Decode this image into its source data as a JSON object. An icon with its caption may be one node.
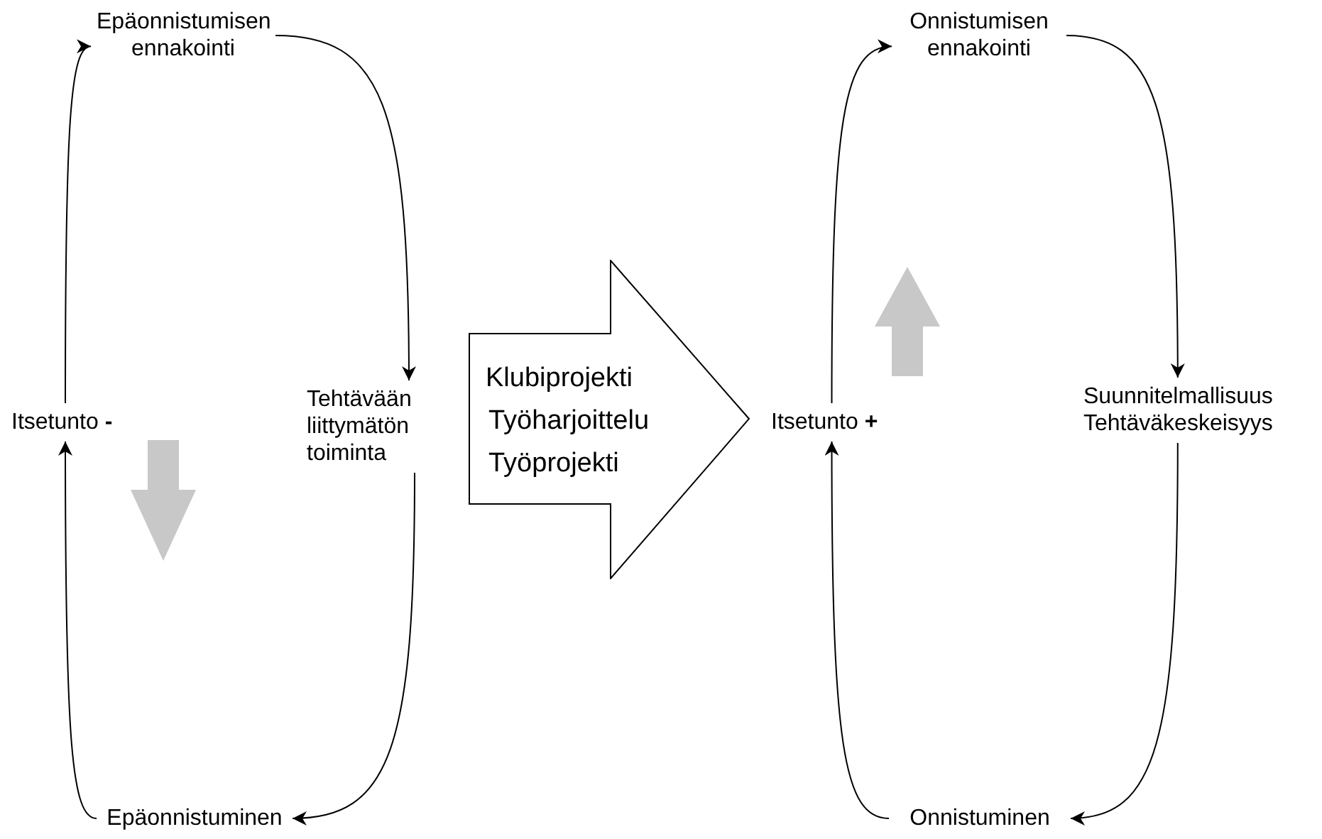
{
  "diagram": {
    "nodes": [
      {
        "text": [
          "Epäonnistumisen ennakointi"
        ]
      },
      {
        "text": [
          "Tehtävään liittymätön toiminta"
        ]
      },
      {
        "text": [
          "Epäonnistuminen"
        ]
      },
      {
        "text": [
          "Itsetunto **-**"
        ]
      },
      {
        "text": [
          "Klubiprojekti",
          "Työharjoittelu",
          "Työprojekti"
        ]
      },
      {
        "text": [
          "Onnistumisen ennakointi"
        ]
      },
      {
        "text": [
          "Suunnitelmallisuus",
          "Tehtäväkeskeisyys"
        ]
      },
      {
        "text": [
          "Onnistuminen"
        ]
      },
      {
        "text": [
          "Itsetunto **+**"
        ]
      }
    ],
    "edges": [
      {
        "from": 0,
        "to": 1,
        "arrow": "to"
      },
      {
        "from": 1,
        "to": 2,
        "arrow": "to"
      },
      {
        "from": 2,
        "to": 3,
        "arrow": "to"
      },
      {
        "from": 3,
        "to": 0,
        "arrow": "to"
      },
      {
        "from": 5,
        "to": 6,
        "arrow": "to"
      },
      {
        "from": 6,
        "to": 7,
        "arrow": "to"
      },
      {
        "from": 7,
        "to": 8,
        "arrow": "to"
      },
      {
        "from": 8,
        "to": 5,
        "arrow": "to"
      }
    ]
  }
}
